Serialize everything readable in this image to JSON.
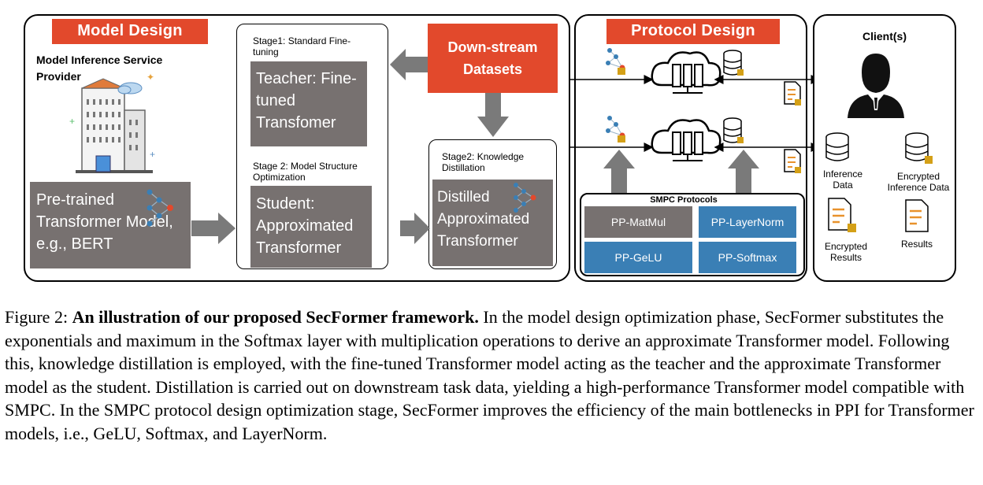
{
  "figure": {
    "model_design": {
      "title": "Model Design",
      "provider_label": "Model Inference Service Provider",
      "pretrained_box": "Pre-trained Transformer Model, e.g., BERT"
    },
    "stage1": {
      "label": "Stage1: Standard Fine-tuning",
      "teacher_box": "Teacher: Fine-tuned Transfomer"
    },
    "stage2_structure": {
      "label": "Stage 2: Model Structure Optimization",
      "student_box": "Student: Approximated Transformer"
    },
    "downstream": {
      "label": "Down-stream Datasets"
    },
    "stage2_distill": {
      "label": "Stage2: Knowledge Distillation",
      "distilled_box": "Distilled Approximated Transformer"
    },
    "protocol_design": {
      "title": "Protocol Design",
      "smpc_title": "SMPC Protocols",
      "protocols": [
        "PP-MatMul",
        "PP-LayerNorm",
        "PP-GeLU",
        "PP-Softmax"
      ]
    },
    "client": {
      "title": "Client(s)",
      "inference_data": "Inference Data",
      "encrypted_inference_data": "Encrypted Inference Data",
      "encrypted_results": "Encrypted Results",
      "results": "Results"
    },
    "colors": {
      "accent": "#e2492c",
      "gray_box": "#777170",
      "protocol_gray": "#777170",
      "protocol_blue": "#3a7fb5",
      "arrow_gray": "#7a7a7a",
      "lock_gold": "#d4a017"
    }
  },
  "caption": {
    "prefix": "Figure 2: ",
    "bold": "An illustration of our proposed SecFormer framework.",
    "body": " In the model design optimization phase, SecFormer substitutes the exponentials and maximum in the Softmax layer with multiplication operations to derive an approximate Transformer model. Following this, knowledge distillation is employed, with the fine-tuned Transformer model acting as the teacher and the approximate Transformer model as the student. Distillation is carried out on downstream task data, yielding a high-performance Transformer model compatible with SMPC. In the SMPC protocol design optimization stage, SecFormer improves the efficiency of the main bottlenecks in PPI for Transformer models, i.e., GeLU, Softmax, and LayerNorm."
  }
}
